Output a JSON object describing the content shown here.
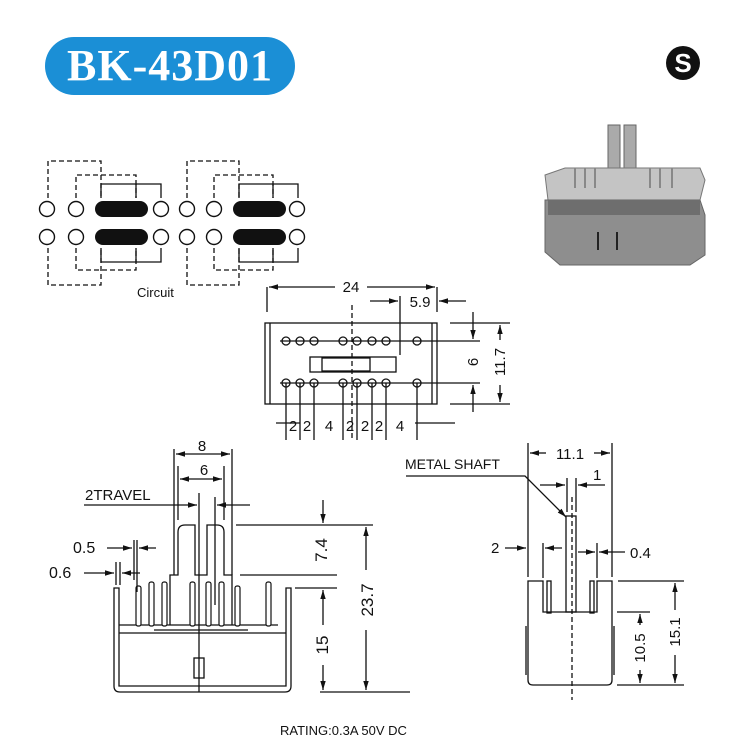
{
  "header": {
    "model": "BK-43D01",
    "logo_letter": "S"
  },
  "circuit": {
    "label": "Circuit"
  },
  "top_view": {
    "dim_width": "24",
    "dim_offset": "5.9",
    "dim_row_pitch": "6",
    "dim_depth": "11.7",
    "pitch_labels": [
      "2",
      "2",
      "4",
      "2",
      "2",
      "2",
      "4"
    ]
  },
  "front_view": {
    "dim_8": "8",
    "dim_6": "6",
    "travel_label": "2TRAVEL",
    "dim_0_5": "0.5",
    "dim_0_6": "0.6",
    "dim_7_4": "7.4",
    "dim_23_7": "23.7",
    "dim_15": "15"
  },
  "side_view": {
    "shaft_label": "METAL SHAFT",
    "dim_11_1": "11.1",
    "dim_1": "1",
    "dim_2": "2",
    "dim_0_4": "0.4",
    "dim_10_5": "10.5",
    "dim_15_1": "15.1"
  },
  "rating": "RATING:0.3A 50V DC",
  "colors": {
    "badge": "#1b8fd6",
    "ink": "#111111",
    "photo_body": "#8e8e8e"
  }
}
